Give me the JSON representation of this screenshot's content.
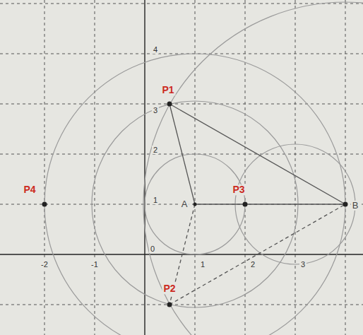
{
  "diagram": {
    "labels": [
      "P1",
      "P2",
      "P3",
      "P4",
      "A",
      "B",
      "-2",
      "-1",
      "1",
      "2",
      "3",
      "4",
      "3",
      "2",
      "1",
      "0"
    ]
  }
}
